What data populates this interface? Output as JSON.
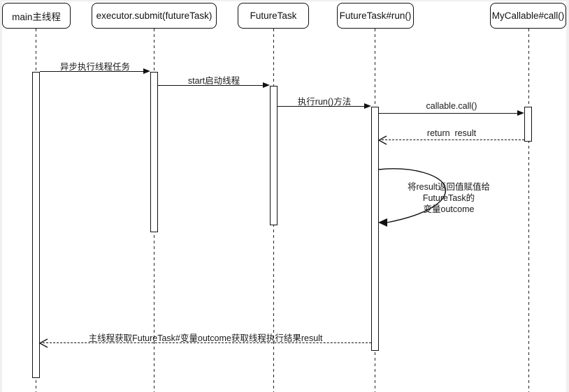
{
  "diagram": {
    "type": "uml-sequence-diagram",
    "colors": {
      "canvas": "#ffffff",
      "frame": "#f0f0f0",
      "stroke": "#111111",
      "text": "#1a1a1a"
    },
    "participants": [
      {
        "id": "main",
        "label": "main主线程"
      },
      {
        "id": "executor",
        "label": "executor.submit(futureTask)"
      },
      {
        "id": "futuretask",
        "label": "FutureTask"
      },
      {
        "id": "futuretask_run",
        "label": "FutureTask#run()"
      },
      {
        "id": "mycallable",
        "label": "MyCallable#call()"
      }
    ],
    "messages": {
      "async_exec": {
        "label": "异步执行线程任务",
        "from": "main",
        "to": "executor",
        "style": "solid-filled-arrow"
      },
      "start_thread": {
        "label": "start启动线程",
        "from": "executor",
        "to": "futuretask",
        "style": "solid-filled-arrow"
      },
      "run_method": {
        "label": "执行run()方法",
        "from": "futuretask",
        "to": "futuretask_run",
        "style": "solid-filled-arrow"
      },
      "callable_call": {
        "label": "callable.call()",
        "from": "futuretask_run",
        "to": "mycallable",
        "style": "solid-filled-arrow"
      },
      "return_result": {
        "label": "return  result",
        "from": "mycallable",
        "to": "futuretask_run",
        "style": "dashed-open-arrow"
      },
      "assign_outcome": {
        "line1": "将result返回值赋值给FutureTask的",
        "line2": "变量outcome",
        "from": "futuretask_run",
        "to": "futuretask_run",
        "style": "self-loop-filled-arrow"
      },
      "main_get_result": {
        "label": "主线程获取FutureTask#变量outcome获取线程执行结果result",
        "from": "futuretask_run",
        "to": "main",
        "style": "dashed-open-arrow"
      }
    }
  }
}
